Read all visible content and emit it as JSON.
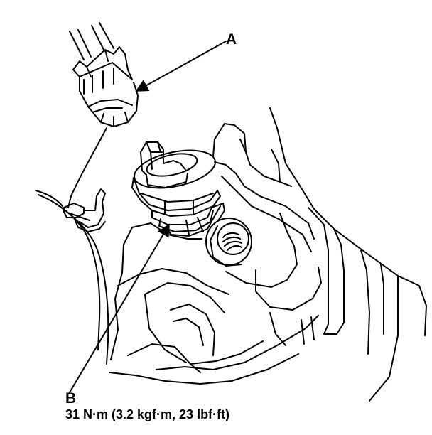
{
  "callouts": {
    "a": {
      "letter": "A"
    },
    "b": {
      "letter": "B",
      "torque": "31 N·m (3.2 kgf·m, 23 lbf·ft)"
    }
  },
  "colors": {
    "ink": "#000000",
    "paper": "#ffffff"
  }
}
